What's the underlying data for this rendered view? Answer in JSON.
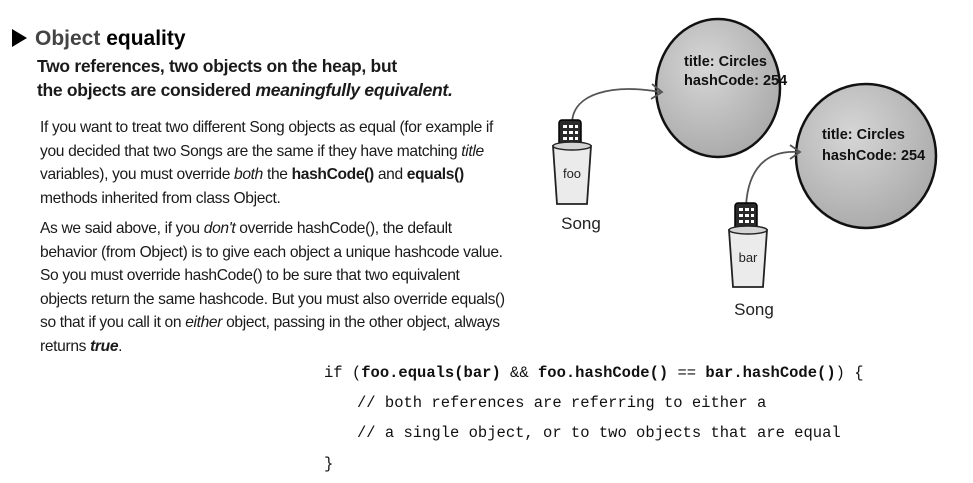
{
  "heading": {
    "lead": "Object",
    "tail": "equality"
  },
  "subheading": {
    "line1": "Two references, two objects on the heap, but",
    "line2_prefix": "the objects are considered ",
    "line2_emph": "meaningfully equivalent."
  },
  "para1": {
    "t1": "If you want to treat two different Song objects as equal (for example if you decided that two Songs are the same if they have matching ",
    "e1": "title",
    "t2": " variables), you must override ",
    "e2": "both",
    "t3": " the ",
    "b1": "hashCode()",
    "t4": " and ",
    "b2": "equals()",
    "t5": " methods inherited from class Object."
  },
  "para2": {
    "t1": "As we said above, if you ",
    "e1": "don't",
    "t2": " override hashCode(), the default behavior (from Object) is to give each object a unique hashcode value. So you must override hashCode() to be sure that two equivalent objects return the same hashcode. But you must also override equals() so that if you call it on ",
    "e2": "either",
    "t3": " object, passing in the other object, always returns ",
    "b1": "true",
    "t4": "."
  },
  "code": {
    "if_kw": "if (",
    "c1": "foo.equals(bar)",
    "and": " && ",
    "c2": "foo.hashCode()",
    "eq": " == ",
    "c3": "bar.hashCode()",
    "close": ") {",
    "comment1": "// both references are referring to either a",
    "comment2": "// a single object, or to two objects that are equal",
    "end": "}"
  },
  "diagram": {
    "object1": {
      "title_line": "title: Circles",
      "hash_line": "hashCode: 254"
    },
    "object2": {
      "title_line": "title: Circles",
      "hash_line": "hashCode: 254"
    },
    "ref_foo": {
      "var_label": "foo",
      "type_label": "Song"
    },
    "ref_bar": {
      "var_label": "bar",
      "type_label": "Song"
    }
  }
}
